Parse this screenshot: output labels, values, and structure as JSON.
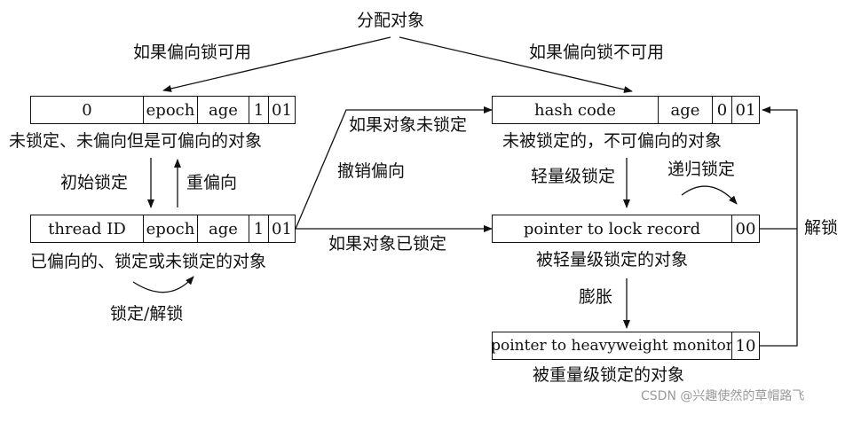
{
  "labels": {
    "allocate": "分配对象",
    "bias_available": "如果偏向锁可用",
    "bias_unavailable": "如果偏向锁不可用",
    "unlocked_biasable": "未锁定、未偏向但是可偏向的对象",
    "initial_lock": "初始锁定",
    "rebias": "重偏向",
    "biased": "已偏向的、锁定或未锁定的对象",
    "lock_unlock": "锁定/解锁",
    "if_unlocked": "如果对象未锁定",
    "revoke_bias": "撤销偏向",
    "if_locked": "如果对象已锁定",
    "unlocked_non_biasable": "未被锁定的，不可偏向的对象",
    "lightweight_lock": "轻量级锁定",
    "recursive_lock": "递归锁定",
    "lightweight_locked": "被轻量级锁定的对象",
    "inflate": "膨胀",
    "heavyweight_locked": "被重量级锁定的对象",
    "unlock": "解锁"
  },
  "boxes": {
    "unlocked": {
      "cells": [
        "0",
        "epoch",
        "age",
        "1",
        "01"
      ]
    },
    "biased": {
      "cells": [
        "thread ID",
        "epoch",
        "age",
        "1",
        "01"
      ]
    },
    "hash": {
      "cells": [
        "hash code",
        "age",
        "0",
        "01"
      ]
    },
    "light": {
      "cells": [
        "pointer to lock record",
        "00"
      ]
    },
    "heavy": {
      "cells": [
        "pointer to heavyweight monitor",
        "10"
      ]
    }
  },
  "watermark": "CSDN @兴趣使然的草帽路飞"
}
